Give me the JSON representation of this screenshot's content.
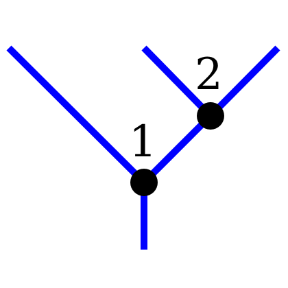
{
  "colors": {
    "edge": "#0000ff",
    "node": "#000000",
    "background": "#ffffff"
  },
  "nodes": [
    {
      "id": "node-1",
      "label": "1"
    },
    {
      "id": "node-2",
      "label": "2"
    }
  ]
}
